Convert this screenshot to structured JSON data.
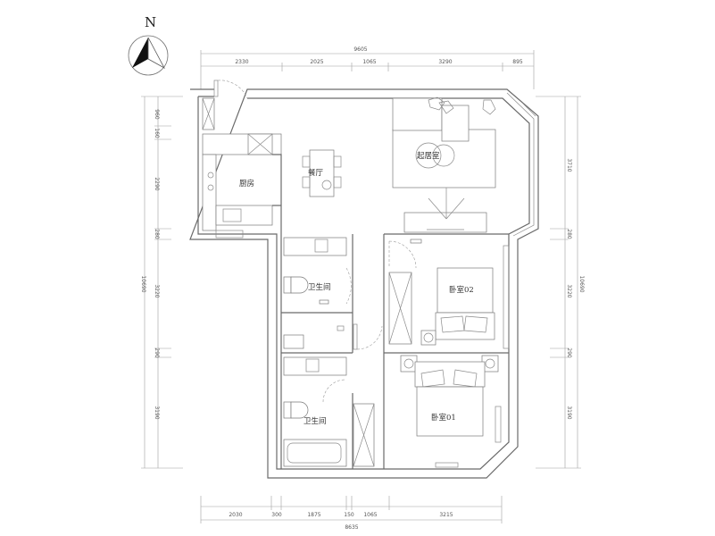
{
  "compass": {
    "label": "N"
  },
  "rooms": {
    "kitchen": "厨房",
    "dining": "餐厅",
    "living": "起居室",
    "bath1": "卫生间",
    "bath2": "卫生间",
    "bedroom02": "卧室02",
    "bedroom01": "卧室01"
  },
  "dimensions": {
    "top_total": "9605",
    "top": [
      "2330",
      "2025",
      "1065",
      "3290",
      "895"
    ],
    "bottom_total": "8635",
    "bottom": [
      "2030",
      "300",
      "1875",
      "150",
      "1065",
      "3215"
    ],
    "left_total": "10690",
    "left": [
      "960",
      "160",
      "2290",
      "280",
      "3220",
      "290",
      "3190"
    ],
    "right_total": "10690",
    "right": [
      "3710",
      "280",
      "3220",
      "290",
      "3190"
    ]
  },
  "colors": {
    "line": "#6a6a6a",
    "background": "#ffffff"
  }
}
